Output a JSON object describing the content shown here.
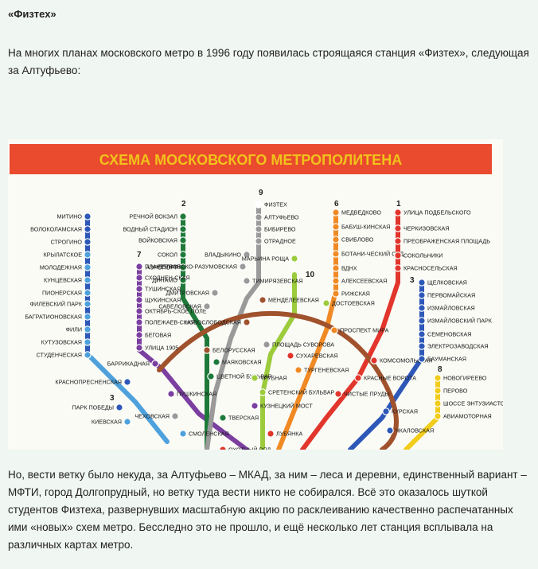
{
  "article": {
    "title": "«Физтех»",
    "intro": "На многих планах московского метро в 1996 году появилась строящаяся станция «Физтех», следующая за Алтуфьево:",
    "outro": "Но, вести ветку было некуда, за Алтуфьево – МКАД, за ним – леса и деревни, единственный вариант – МФТИ, город Долгопрудный, но ветку туда вести никто не собирался. Всё это оказалось шуткой студентов Физтеха, развернувших масштабную акцию по расклеиванию качественно распечатанных ими «новых» схем метро. Бесследно это не прошло, и ещё несколько лет станция всплывала на различных картах метро."
  },
  "map": {
    "banner": "СХЕМА МОСКОВСКОГО МЕТРОПОЛИТЕНА",
    "colors": {
      "banner_bg": "#ea4a2e",
      "banner_text": "#f1c21b",
      "line1": "#e2352b",
      "line2": "#1f7a3a",
      "line3": "#2d58b8",
      "line4": "#4ea1dc",
      "line5": "#a0522d",
      "line6": "#f08a24",
      "line7": "#7b3fa0",
      "line8": "#f2cc1a",
      "line9": "#9a9a9a",
      "line10": "#9ccc3c"
    },
    "line_numbers": [
      "9",
      "2",
      "6",
      "1",
      "7",
      "3",
      "10",
      "3",
      "8"
    ],
    "stations": [
      "МИТИНО",
      "ВОЛОКОЛАМСКАЯ",
      "СТРОГИНО",
      "КРЫЛАТСКОЕ",
      "МОЛОДЕЖНАЯ",
      "КУНЦЕВСКАЯ",
      "ПИОНЕРСКАЯ",
      "ФИЛЕВСКИЙ ПАРК",
      "БАГРАТИОНОВСКАЯ",
      "ФИЛИ",
      "КУТУЗОВСКАЯ",
      "СТУДЕНЧЕСКАЯ",
      "РЕЧНОЙ ВОКЗАЛ",
      "ВОДНЫЙ СТАДИОН",
      "ВОЙКОВСКАЯ",
      "СОКОЛ",
      "АЭРОПОРТ",
      "ДИНАМО",
      "ПЛАНЕРНАЯ",
      "СХОДНЕН-СКАЯ",
      "ТУШИНСКАЯ",
      "ЩУКИНСКАЯ",
      "ОКТЯБРЬ-СКОЕ ПОЛЕ",
      "ПОЛЕЖАЕВ-СКАЯ",
      "БЕГОВАЯ",
      "УЛИЦА 1905",
      "БАРРИКАДНАЯ",
      "ФИЗТЕХ",
      "АЛТУФЬЕВО",
      "БИБИРЕВО",
      "ОТРАДНОЕ",
      "ВЛАДЫКИНО",
      "ПЕТРОВСКО-РАЗУМОВСКАЯ",
      "ТИМИРЯЗЕВСКАЯ",
      "ДМИТРОВСКАЯ",
      "САВЕЛОВСКАЯ",
      "МЕНДЕЛЕЕВСКАЯ",
      "НОВОСЛОБОДСКАЯ",
      "МАРЬИНА РОЩА",
      "ДОСТОЕВСКАЯ",
      "МЕДВЕДКОВО",
      "БАБУШ-КИНСКАЯ",
      "СВИБЛОВО",
      "БОТАНИ-ЧЕСКИЙ САД",
      "ВДНХ",
      "АЛЕКСЕЕВСКАЯ",
      "РИЖСКАЯ",
      "ПРОСПЕКТ МИРА",
      "УЛИЦА ПОДБЕЛЬСКОГО",
      "ЧЕРКИЗОВСКАЯ",
      "ПРЕОБРАЖЕНСКАЯ ПЛОЩАДЬ",
      "СОКОЛЬНИКИ",
      "КРАСНОСЕЛЬСКАЯ",
      "КОМСОМОЛЬСКАЯ",
      "КРАСНЫЕ ВОРОТА",
      "ЧИСТЫЕ ПРУДЫ",
      "ЛУБЯНКА",
      "ОХОТНЫЙ РЯД",
      "ЩЕЛКОВСКАЯ",
      "ПЕРВОМАЙСКАЯ",
      "ИЗМАЙЛОВСКАЯ",
      "ИЗМАЙЛОВСКИЙ ПАРК",
      "СЕМЕНОВСКАЯ",
      "ЭЛЕКТРОЗАВОДСКАЯ",
      "БАУМАНСКАЯ",
      "КУРСКАЯ",
      "НОВОГИРЕЕВО",
      "ПЕРОВО",
      "ШОССЕ ЭНТУЗИАСТОВ",
      "АВИАМОТОРНАЯ",
      "БЕЛОРУССКАЯ",
      "МАЯКОВСКАЯ",
      "ЦВЕТНОЙ БУЛЬВАР",
      "СРЕТЕНСКИЙ БУЛЬВАР",
      "ТРУБНАЯ",
      "СУХАРЕВСКАЯ",
      "ПЛОЩАДЬ СУВОРОВА",
      "ТУРГЕНЕВСКАЯ",
      "КУЗНЕЦКИЙ МОСТ",
      "ПУШКИНСКАЯ",
      "ТВЕРСКАЯ",
      "ЧЕХОВСКАЯ",
      "КРАСНОПРЕСНЕНСКАЯ",
      "ПАРК ПОБЕДЫ",
      "КИЕВСКАЯ",
      "СМОЛЕНСКАЯ",
      "ЧКАЛОВСКАЯ"
    ]
  }
}
